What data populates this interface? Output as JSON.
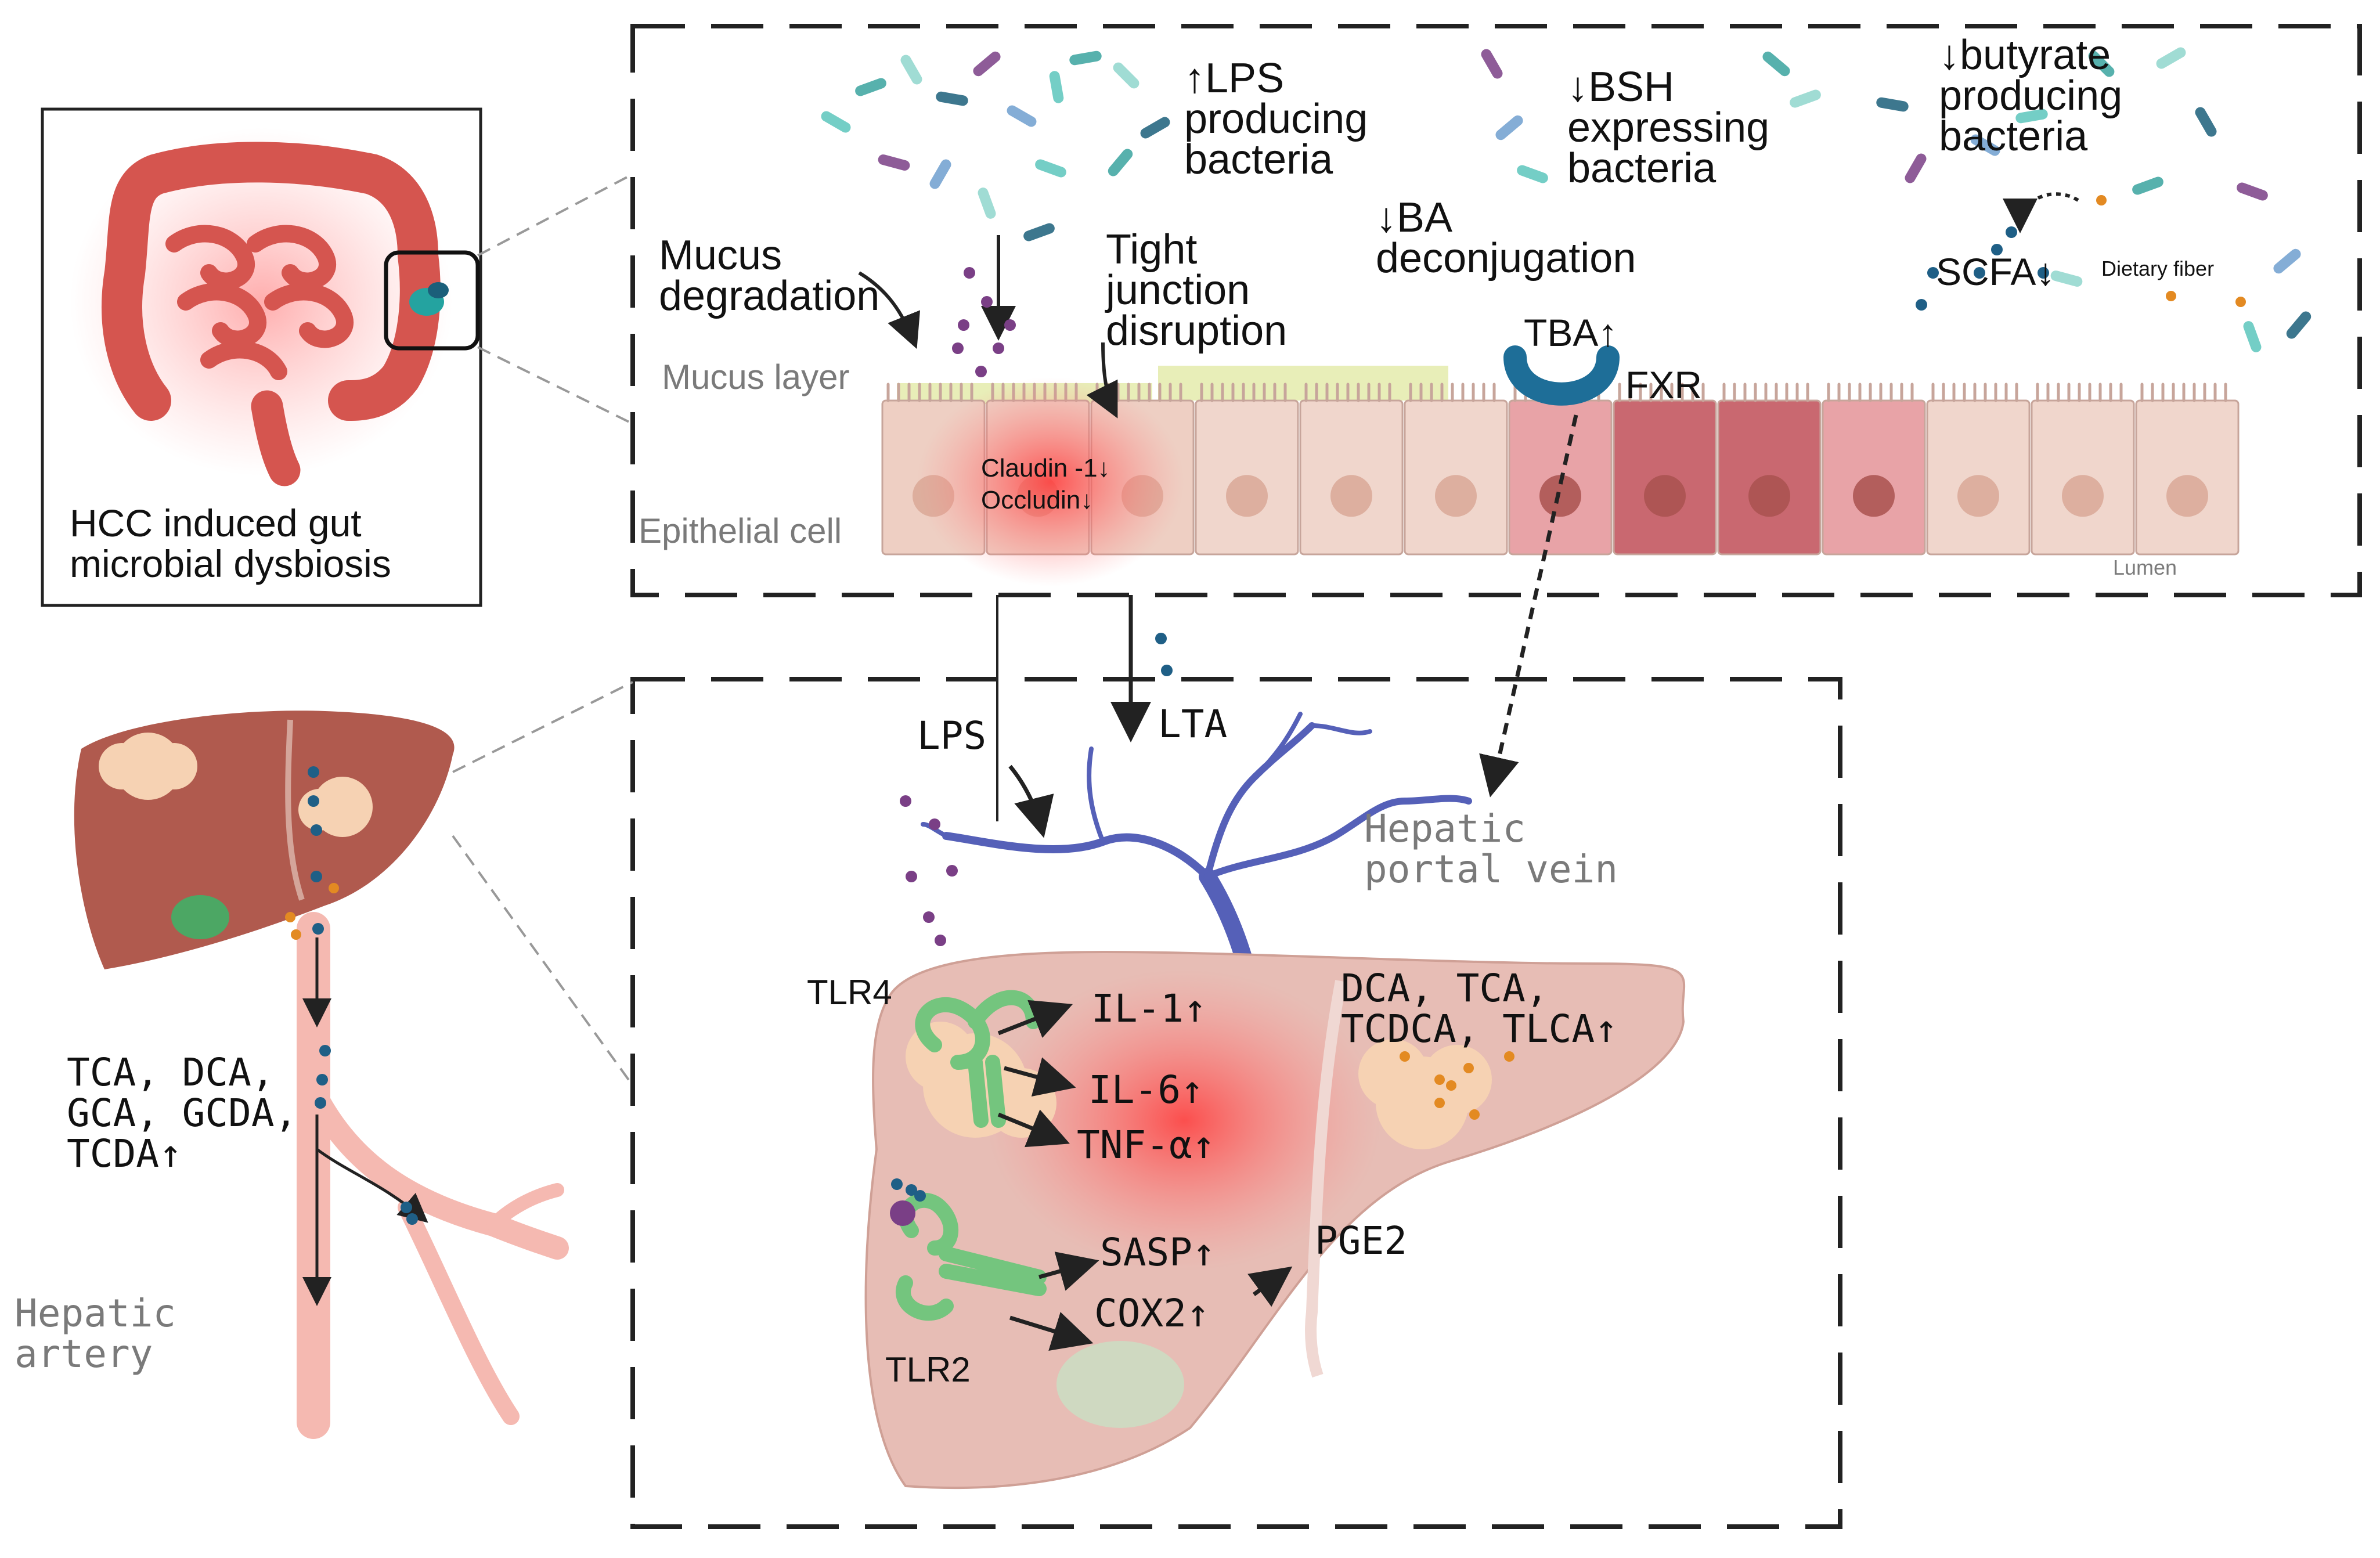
{
  "inset": {
    "caption_line1": "HCC induced gut",
    "caption_line2": "microbial dysbiosis"
  },
  "gut_panel": {
    "lps_bacteria": [
      "↑LPS",
      "producing",
      "bacteria"
    ],
    "bsh_bacteria": [
      "↓BSH",
      "expressing",
      "bacteria"
    ],
    "butyrate_bacteria": [
      "↓butyrate",
      "producing",
      "bacteria"
    ],
    "mucus_degradation": [
      "Mucus",
      "degradation"
    ],
    "tight_junction": [
      "Tight",
      "junction",
      "disruption"
    ],
    "ba_deconjugation": [
      "↓BA",
      "deconjugation"
    ],
    "scfa": "SCFA↓",
    "dietary_fiber": "Dietary fiber",
    "tba": "TBA↑",
    "fxr": "FXR",
    "mucus_layer": "Mucus layer",
    "epithelial_cell": "Epithelial cell",
    "claudin": "Claudin -1↓",
    "occludin": "Occludin↓",
    "lumen": "Lumen"
  },
  "liver_panel": {
    "lps": "LPS",
    "lta": "LTA",
    "portal_vein": [
      "Hepatic",
      "portal vein"
    ],
    "tlr4": "TLR4",
    "tlr2": "TLR2",
    "il1": "IL-1↑",
    "il6": "IL-6↑",
    "tnfa": "TNF-α↑",
    "sasp": "SASP↑",
    "cox2": "COX2↑",
    "pge2": "PGE2",
    "bile_acids": [
      "DCA, TCA,",
      "TCDCA, TLCA↑"
    ]
  },
  "left_panel": {
    "bile_acids": [
      "TCA, DCA,",
      "GCA, GCDA,",
      "TCDA↑"
    ],
    "hepatic_artery": [
      "Hepatic",
      "artery"
    ]
  },
  "colors": {
    "dash": "#222222",
    "liver_tissue": "#e7bdb5",
    "liver_red": "#b05a4e",
    "tumor": "#f6d2b3",
    "vein": "#5560b8",
    "receptor": "#74c57e",
    "fxr": "#1e6e98",
    "artery": "#f5b9b1",
    "epithelial": "#f0d3c8",
    "epithelial_red": "#c8686c",
    "mucus": "#e6ecb0",
    "bacteria": "#5cc6bc",
    "lps_dot": "#7a3f86",
    "bile_dot": "#1f5f86",
    "orange_dot": "#e38a22"
  }
}
